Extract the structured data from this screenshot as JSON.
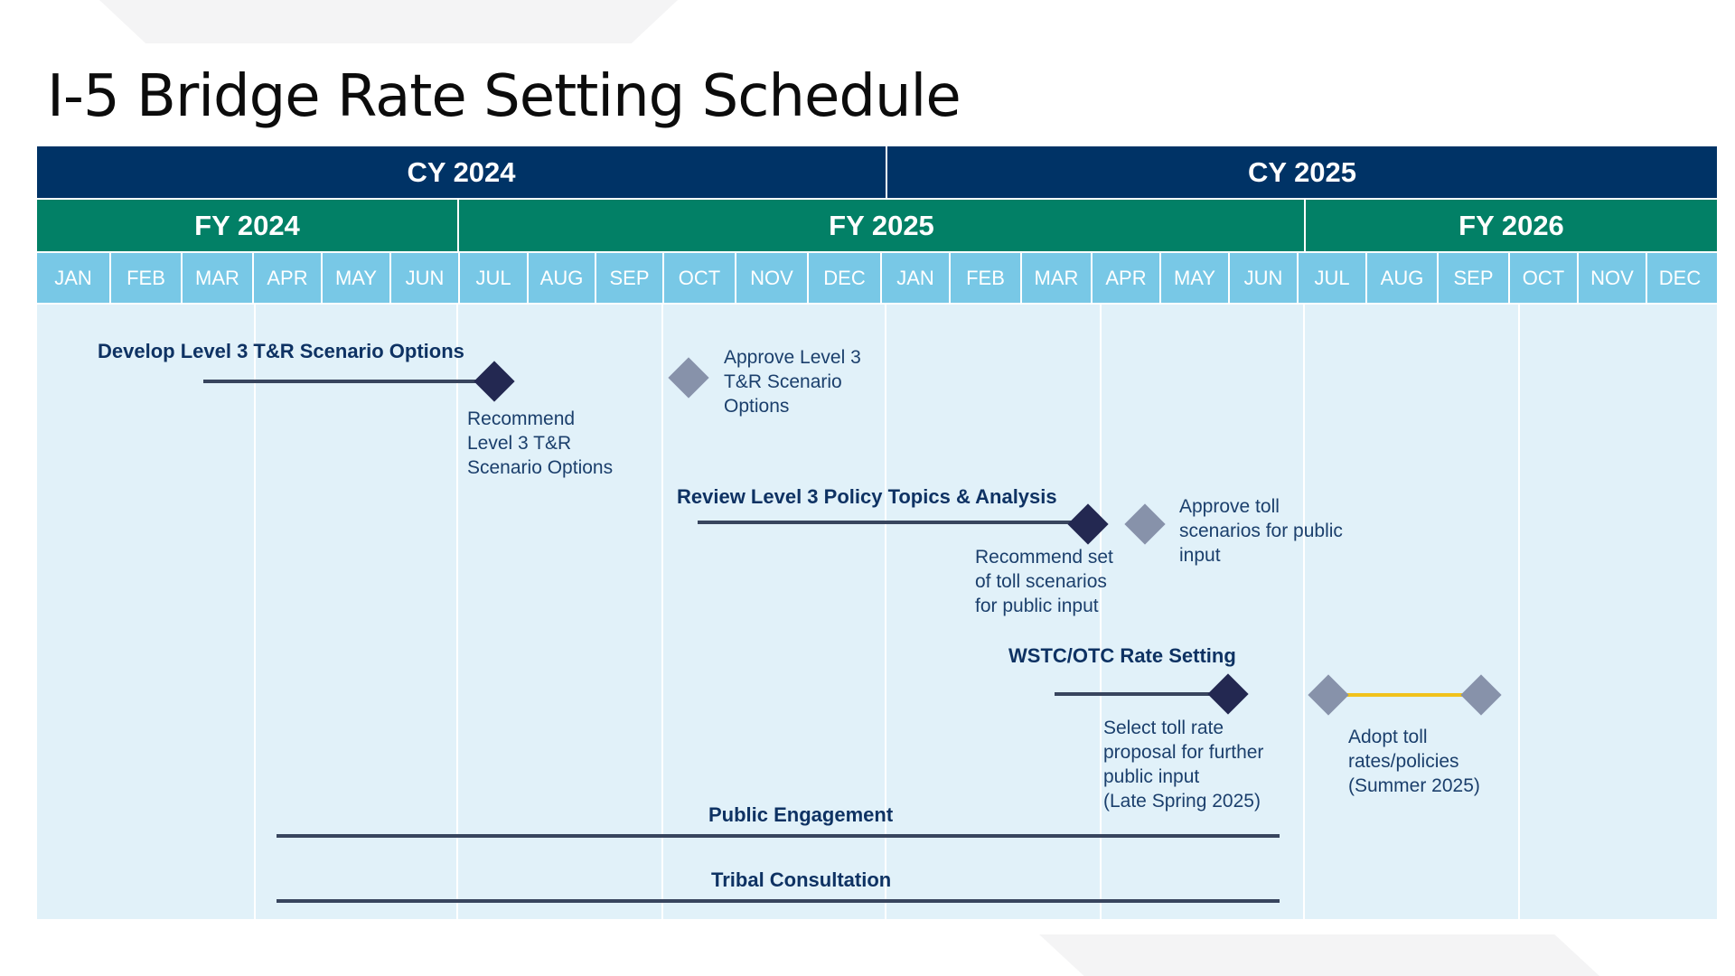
{
  "title": "I-5 Bridge Rate Setting Schedule",
  "calendar_years": [
    "CY 2024",
    "CY 2025"
  ],
  "fiscal_years": [
    "FY 2024",
    "FY 2025",
    "FY 2026"
  ],
  "months": [
    "JAN",
    "FEB",
    "MAR",
    "APR",
    "MAY",
    "JUN",
    "JUL",
    "AUG",
    "SEP",
    "OCT",
    "NOV",
    "DEC",
    "JAN",
    "FEB",
    "MAR",
    "APR",
    "MAY",
    "JUN",
    "JUL",
    "AUG",
    "SEP",
    "OCT",
    "NOV",
    "DEC"
  ],
  "colors": {
    "cy_header": "#003366",
    "fy_header": "#028066",
    "month_header": "#78c8e6",
    "timeline_bg": "#e1f1f9",
    "milestone_dark": "#232851",
    "milestone_grey": "#8792aa",
    "bar": "#38455e",
    "bar_highlight": "#f1c21b"
  },
  "tracks": {
    "develop": {
      "label": "Develop Level 3 T&R Scenario Options"
    },
    "review": {
      "label": "Review Level 3 Policy Topics & Analysis"
    },
    "rate": {
      "label": "WSTC/OTC Rate Setting"
    },
    "public": {
      "label": "Public Engagement"
    },
    "tribal": {
      "label": "Tribal Consultation"
    }
  },
  "milestones": {
    "m1": "Recommend\nLevel 3 T&R\nScenario Options",
    "m2": "Approve Level 3\nT&R Scenario\nOptions",
    "m3": "Recommend set\nof toll scenarios\nfor public input",
    "m4": "Approve toll\nscenarios for public\ninput",
    "m5": "Select toll rate\nproposal for further\npublic input\n(Late Spring 2025)",
    "m6": "Adopt toll\nrates/policies\n(Summer 2025)"
  }
}
